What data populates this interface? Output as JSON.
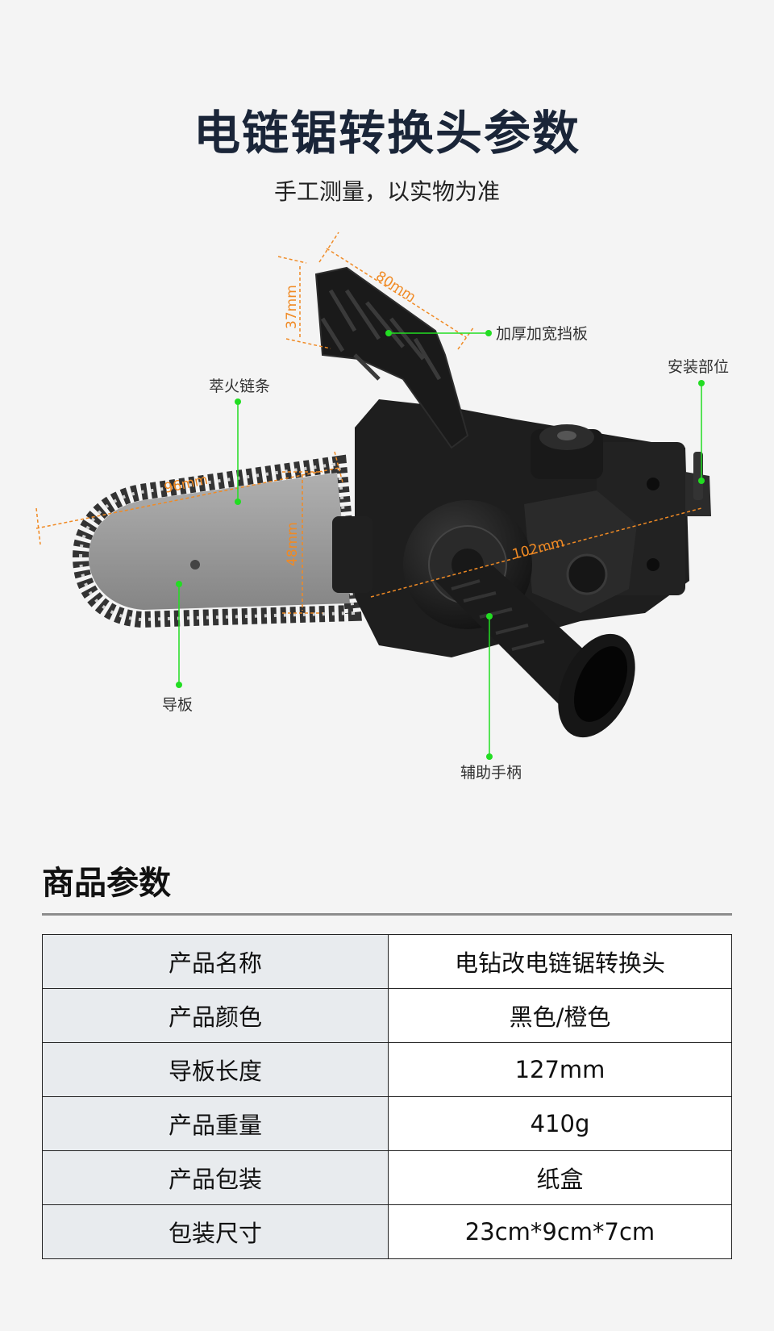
{
  "header": {
    "title": "电链锯转换头参数",
    "subtitle": "手工测量，以实物为准"
  },
  "diagram": {
    "callouts": {
      "guard": "加厚加宽挡板",
      "mount": "安装部位",
      "chain": "萃火链条",
      "bar": "导板",
      "handle": "辅助手柄"
    },
    "dimensions": {
      "guard_length": "80mm",
      "guard_height": "37mm",
      "chain_length": "96mm",
      "bar_height": "48mm",
      "body_length": "102mm"
    },
    "colors": {
      "dimension": "#f08a24",
      "leader": "#22dd22",
      "body": "#1c1c1c",
      "bar": "#9a9a9a"
    }
  },
  "specs": {
    "title": "商品参数",
    "rows": [
      {
        "label": "产品名称",
        "value": "电钻改电链锯转换头"
      },
      {
        "label": "产品颜色",
        "value": "黑色/橙色"
      },
      {
        "label": "导板长度",
        "value": "127mm"
      },
      {
        "label": "产品重量",
        "value": "410g"
      },
      {
        "label": "产品包装",
        "value": "纸盒"
      },
      {
        "label": "包装尺寸",
        "value": "23cm*9cm*7cm"
      }
    ]
  }
}
